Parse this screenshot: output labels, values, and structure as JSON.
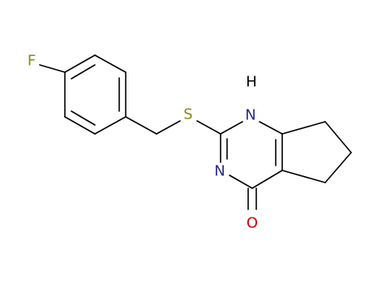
{
  "molecule": {
    "atoms": {
      "fluorine": "F",
      "sulfur": "S",
      "nitrogen_h": "N",
      "hydrogen": "H",
      "nitrogen": "N",
      "oxygen": "O"
    },
    "colors": {
      "bond": "#000000",
      "fluorine": "#8a8a00",
      "sulfur": "#8a8a00",
      "nitrogen": "#2b2b8f",
      "hydrogen": "#000000",
      "oxygen": "#cc0000"
    }
  }
}
